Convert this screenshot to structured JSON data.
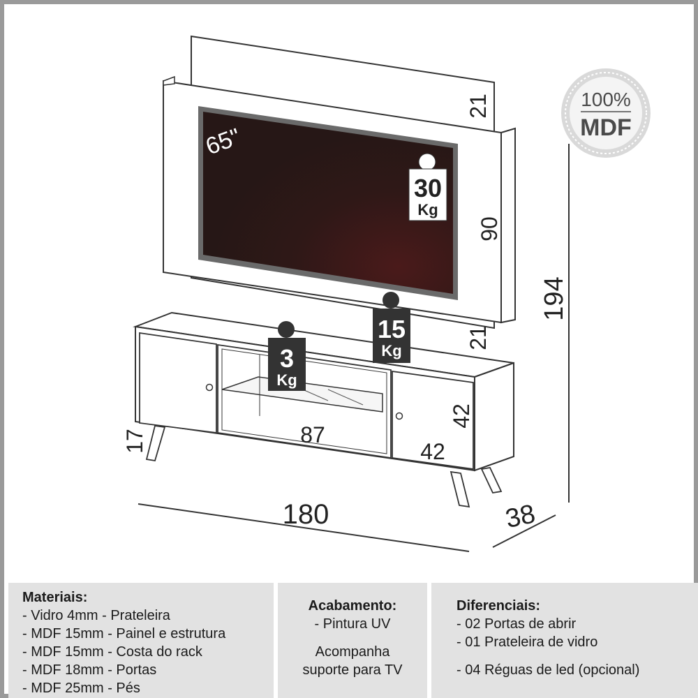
{
  "tv_label": "65\"",
  "badge": {
    "top": "100%",
    "bottom": "MDF"
  },
  "weights": [
    {
      "value": "30",
      "unit": "Kg"
    },
    {
      "value": "15",
      "unit": "Kg"
    },
    {
      "value": "3",
      "unit": "Kg"
    }
  ],
  "dimensions": {
    "panel_top": "21",
    "panel_middle": "90",
    "panel_bottom": "21",
    "total_height": "194",
    "feet": "17",
    "niche": "87",
    "door_height": "42",
    "door_width": "42",
    "width": "180",
    "depth": "38"
  },
  "materials": {
    "title": "Materiais:",
    "items": [
      "- Vidro 4mm - Prateleira",
      "- MDF 15mm - Painel e estrutura",
      "- MDF 15mm - Costa do rack",
      "- MDF 18mm - Portas",
      "- MDF 25mm - Pés"
    ]
  },
  "finish": {
    "title": "Acabamento:",
    "item": "- Pintura UV",
    "note_line1": "Acompanha",
    "note_line2": "suporte para TV"
  },
  "differentials": {
    "title": "Diferenciais:",
    "items": [
      "- 02 Portas de abrir",
      "- 01 Prateleira de vidro",
      "- 04 Réguas de led (opcional)"
    ]
  }
}
